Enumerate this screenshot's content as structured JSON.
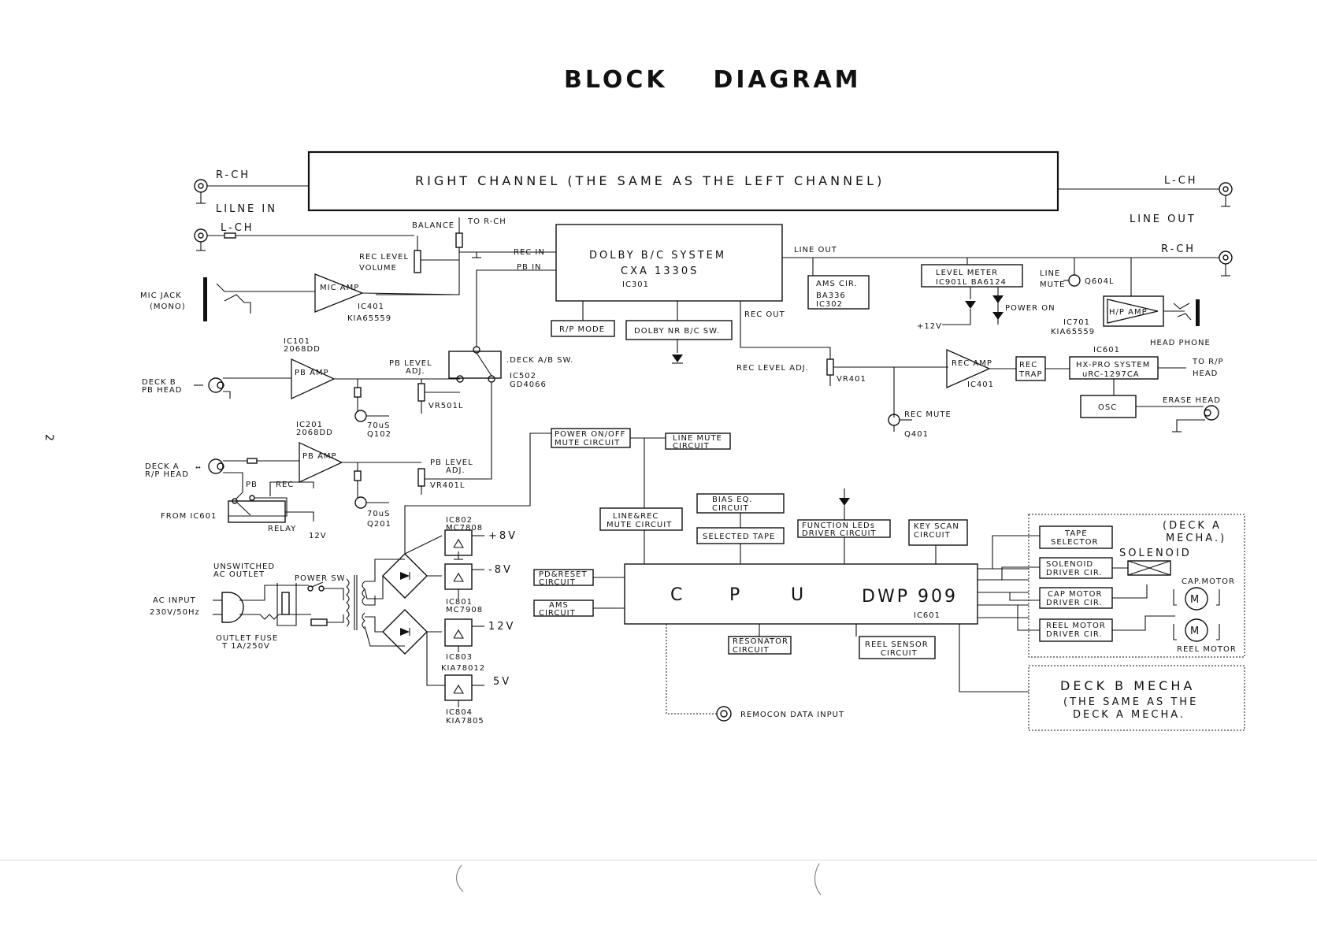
{
  "title": "BLOCK    DIAGRAM",
  "page_number": "2",
  "right_channel": {
    "label": "RIGHT CHANNEL (THE SAME AS THE LEFT CHANNEL)"
  },
  "line_in": {
    "r_ch": "R-CH",
    "label": "LILNE IN",
    "l_ch": "L-CH"
  },
  "line_out": {
    "l_ch": "L-CH",
    "label": "LINE OUT",
    "r_ch": "R-CH"
  },
  "left": {
    "balance": "BALANCE",
    "to_rch": "TO R-CH",
    "rec_level": "REC LEVEL",
    "volume": "VOLUME",
    "mic_jack": "MIC JACK",
    "mono": "(MONO)",
    "mic_amp": "MIC AMP",
    "ic401_mic": "IC401",
    "kia65559": "KIA65559",
    "ic101": "IC101",
    "ic101_part": "2068DD",
    "deck_b": "DECK B",
    "pb_head": "PB HEAD",
    "pb_amp1": "PB AMP",
    "pb_level_adj1": "PB LEVEL",
    "adj1": "ADJ.",
    "vr501l": "VR501L",
    "us70_1": "70uS",
    "q102": "Q102",
    "deck_ab_sw": ".DECK A/B SW.",
    "ic502": "IC502",
    "gd4066": "GD4066",
    "ic201": "IC201",
    "ic201_part": "2068DD",
    "deck_a": "DECK A",
    "rp_head": "R/P HEAD",
    "pb": "PB",
    "rec": "REC",
    "pb_amp2": "PB AMP",
    "pb_level_adj2": "PB LEVEL",
    "adj2": "ADJ.",
    "vr401l": "VR401L",
    "from_ic601": "FROM IC601",
    "relay": "RELAY",
    "v12_relay": "12V",
    "us70_2": "70uS",
    "q201": "Q201"
  },
  "dolby": {
    "rec_in": "REC IN",
    "pb_in": "PB IN",
    "line1": "DOLBY B/C SYSTEM",
    "line2": "CXA 1330S",
    "line3": "IC301",
    "line_out": "LINE OUT",
    "rec_out": "REC OUT",
    "rp_mode": "R/P MODE",
    "dolby_nr_sw": "DOLBY NR B/C SW."
  },
  "right": {
    "ams_cir": "AMS CIR.",
    "ba336": "BA336",
    "ic302": "IC302",
    "level_meter": "LEVEL METER",
    "level_meter_ic": "IC901L  BA6124",
    "line_mute": "LINE",
    "mute": "MUTE",
    "q604l": "Q604L",
    "power_on": "POWER ON",
    "plus12v": "+12V",
    "hp_amp": "H/P AMP",
    "ic701": "IC701",
    "kia65559": "KIA65559",
    "head_phone": "HEAD PHONE",
    "rec_level_adj": "REC LEVEL ADJ.",
    "vr401": "VR401",
    "rec_amp": "REC AMP",
    "ic401": "IC401",
    "rec_trap": "REC TRAP",
    "ic601": "IC601",
    "hx_pro_1": "HX-PRO SYSTEM",
    "hx_pro_2": "uRC-1297CA",
    "to_rp": "TO R/P",
    "head": "HEAD",
    "erase_head": "ERASE HEAD",
    "osc": "OSC",
    "rec_mute": "REC MUTE",
    "q401": "Q401"
  },
  "control": {
    "power_mute_1": "POWER ON/OFF",
    "power_mute_2": "MUTE CIRCUIT",
    "line_mute_1": "LINE MUTE",
    "line_mute_2": "CIRCUIT",
    "line_rec_mute_1": "LINE&REC",
    "line_rec_mute_2": "MUTE CIRCUIT",
    "bias_eq_1": "BIAS EQ.",
    "bias_eq_2": "CIRCUIT",
    "selected_tape": "SELECTED TAPE",
    "func_led_1": "FUNCTION LEDs",
    "func_led_2": "DRIVER CIRCUIT",
    "key_scan_1": "KEY SCAN",
    "key_scan_2": "CIRCUIT",
    "pd_reset_1": "PD&RESET",
    "pd_reset_2": "CIRCUIT",
    "ams_circuit_1": "AMS",
    "ams_circuit_2": "CIRCUIT",
    "cpu_c": "C",
    "cpu_p": "P",
    "cpu_u": "U",
    "cpu_part": "DWP 909",
    "cpu_ic": "IC601",
    "resonator_1": "RESONATOR",
    "resonator_2": "CIRCUIT",
    "reel_sensor_1": "REEL SENSOR",
    "reel_sensor_2": "CIRCUIT",
    "remocon": "REMOCON DATA INPUT"
  },
  "deck_a_mecha": {
    "title_1": "(DECK A",
    "title_2": "MECHA.)",
    "tape_selector_1": "TAPE",
    "tape_selector_2": "SELECTOR",
    "solenoid": "SOLENOID",
    "solenoid_drv_1": "SOLENOID",
    "solenoid_drv_2": "DRIVER CIR.",
    "cap_motor_drv_1": "CAP MOTOR",
    "cap_motor_drv_2": "DRIVER CIR.",
    "cap_motor": "CAP.MOTOR",
    "reel_motor_drv_1": "REEL MOTOR",
    "reel_motor_drv_2": "DRIVER CIR.",
    "reel_motor": "REEL MOTOR",
    "m1": "M",
    "m2": "M"
  },
  "deck_b_mecha": {
    "line1": "DECK B MECHA",
    "line2": "(THE SAME AS THE",
    "line3": "DECK A MECHA."
  },
  "power": {
    "unswitched_1": "UNSWITCHED",
    "unswitched_2": "AC OUTLET",
    "power_sw": "POWER SW",
    "ac_input": "AC INPUT",
    "ac_spec": "230V/50Hz",
    "outlet_fuse": "OUTLET FUSE",
    "fuse_spec": "T 1A/250V",
    "ic802": "IC802",
    "mc7808": "MC7808",
    "plus8v": "+8V",
    "minus8v": "-8V",
    "ic801": "IC801",
    "mc7908": "MC7908",
    "v12": "12V",
    "ic803": "IC803",
    "kia78012": "KIA78012",
    "v5": "5V",
    "ic804": "IC804",
    "kia7805": "KIA7805"
  }
}
